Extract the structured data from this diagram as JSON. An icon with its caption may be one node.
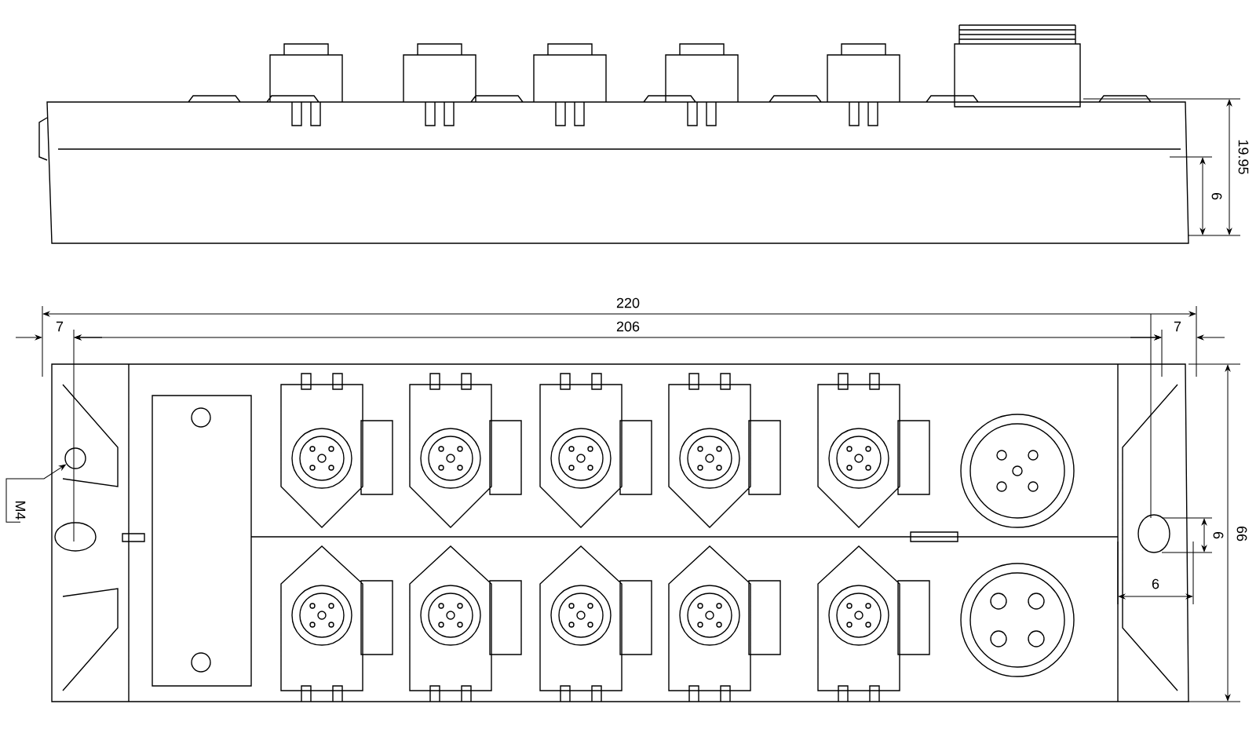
{
  "diagram": {
    "nodes": [
      {
        "text": [
          "M4"
        ]
      },
      {
        "text": [],
        "shape": "circle"
      }
    ],
    "edges": [
      {
        "from": 0,
        "to": 1,
        "arrow": "to"
      }
    ],
    "labels": [
      "19.95",
      "6",
      "220",
      "206",
      "7",
      "7",
      "66",
      "6",
      "6"
    ]
  }
}
